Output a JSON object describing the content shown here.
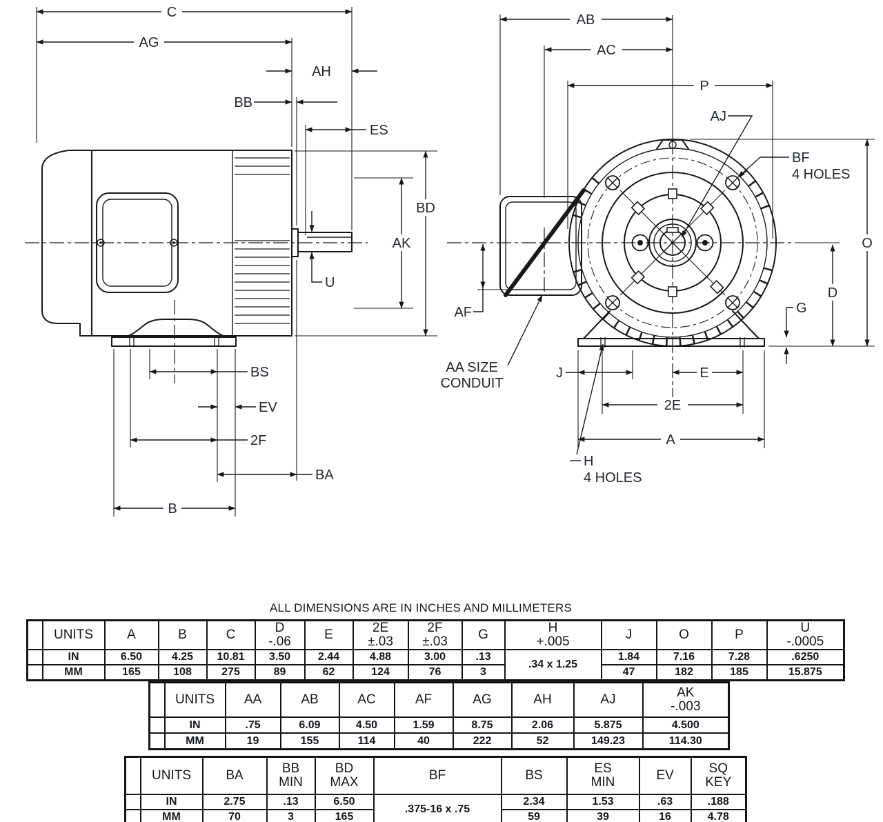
{
  "note": "ALL DIMENSIONS ARE IN INCHES AND MILLIMETERS",
  "labels": {
    "side": {
      "c": "C",
      "ag": "AG",
      "ah": "AH",
      "bb": "BB",
      "es": "ES",
      "bd": "BD",
      "ak": "AK",
      "u": "U",
      "bs": "BS",
      "ev": "EV",
      "f2": "2F",
      "ba": "BA",
      "b": "B"
    },
    "front": {
      "ab": "AB",
      "ac": "AC",
      "p": "P",
      "aj": "AJ",
      "bf": "BF",
      "bf_note": "4 HOLES",
      "o": "O",
      "d": "D",
      "g": "G",
      "af": "AF",
      "aa1": "AA SIZE",
      "aa2": "CONDUIT",
      "j": "J",
      "e": "E",
      "e2": "2E",
      "a": "A",
      "h": "H",
      "h_note": "4 HOLES"
    }
  },
  "table1": {
    "headers": {
      "units": "UNITS",
      "a": "A",
      "b": "B",
      "c": "C",
      "d1": "D",
      "d2": "-.06",
      "e": "E",
      "e21": "2E",
      "e22": "±.03",
      "f21": "2F",
      "f22": "±.03",
      "g": "G",
      "h1": "H",
      "h2": "+.005",
      "j": "J",
      "o": "O",
      "p": "P",
      "u1": "U",
      "u2": "-.0005"
    },
    "in": {
      "label": "IN",
      "a": "6.50",
      "b": "4.25",
      "c": "10.81",
      "d": "3.50",
      "e": "2.44",
      "e2": "4.88",
      "f2": "3.00",
      "g": ".13",
      "h": ".34 x 1.25",
      "j": "1.84",
      "o": "7.16",
      "p": "7.28",
      "u": ".6250"
    },
    "mm": {
      "label": "MM",
      "a": "165",
      "b": "108",
      "c": "275",
      "d": "89",
      "e": "62",
      "e2": "124",
      "f2": "76",
      "g": "3",
      "j": "47",
      "o": "182",
      "p": "185",
      "u": "15.875"
    }
  },
  "table2": {
    "headers": {
      "units": "UNITS",
      "aa": "AA",
      "ab": "AB",
      "ac": "AC",
      "af": "AF",
      "ag": "AG",
      "ah": "AH",
      "aj": "AJ",
      "ak1": "AK",
      "ak2": "-.003"
    },
    "in": {
      "label": "IN",
      "aa": ".75",
      "ab": "6.09",
      "ac": "4.50",
      "af": "1.59",
      "ag": "8.75",
      "ah": "2.06",
      "aj": "5.875",
      "ak": "4.500"
    },
    "mm": {
      "label": "MM",
      "aa": "19",
      "ab": "155",
      "ac": "114",
      "af": "40",
      "ag": "222",
      "ah": "52",
      "aj": "149.23",
      "ak": "114.30"
    }
  },
  "table3": {
    "headers": {
      "units": "UNITS",
      "ba": "BA",
      "bb1": "BB",
      "bb2": "MIN",
      "bd1": "BD",
      "bd2": "MAX",
      "bf": "BF",
      "bs": "BS",
      "es1": "ES",
      "es2": "MIN",
      "ev": "EV",
      "sq1": "SQ",
      "sq2": "KEY"
    },
    "in": {
      "label": "IN",
      "ba": "2.75",
      "bb": ".13",
      "bd": "6.50",
      "bf": ".375-16 x .75",
      "bs": "2.34",
      "es": "1.53",
      "ev": ".63",
      "sq": ".188"
    },
    "mm": {
      "label": "MM",
      "ba": "70",
      "bb": "3",
      "bd": "165",
      "bs": "59",
      "es": "39",
      "ev": "16",
      "sq": "4.78"
    }
  }
}
